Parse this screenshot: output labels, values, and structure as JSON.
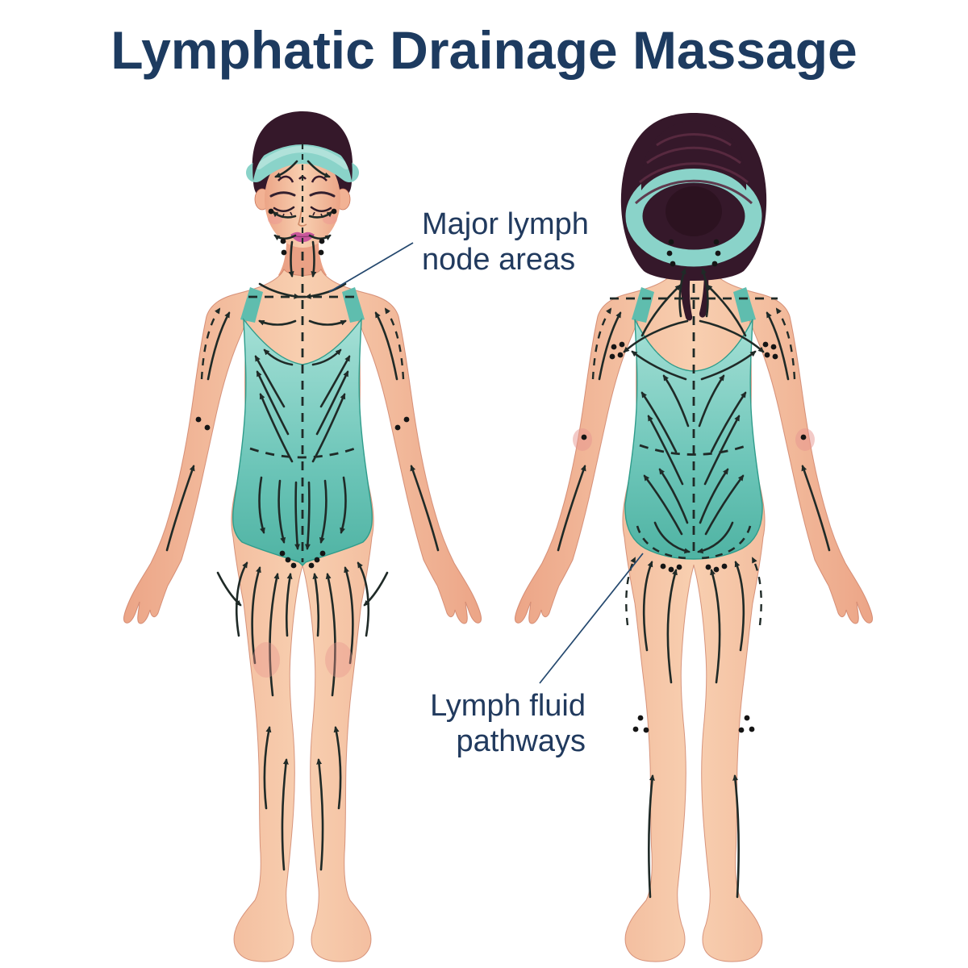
{
  "title": "Lymphatic Drainage Massage",
  "labels": {
    "major_nodes": {
      "line1": "Major lymph",
      "line2": "node areas"
    },
    "pathways": {
      "line1": "Lymph fluid",
      "line2": "pathways"
    }
  },
  "figures": {
    "front": "female-figure-front-view-lymph-flow-map",
    "back": "female-figure-back-view-lymph-flow-map"
  },
  "colors": {
    "title_navy": "#1d3b60",
    "callout_line": "#24486e",
    "skin": "#f5bb9c",
    "skin_shadow": "#eca587",
    "skin_highlight": "#f8cfb0",
    "skin_outline": "#c8745a",
    "suit_teal_light": "#a5e0d6",
    "suit_teal": "#6cc5b8",
    "suit_teal_dark": "#4fb3a3",
    "headband_teal": "#8ad3c9",
    "hair_dark": "#35182a",
    "arrow_black": "#1f2a27",
    "blush_pink": "#ec9b93",
    "lips_pink": "#c9579c"
  }
}
